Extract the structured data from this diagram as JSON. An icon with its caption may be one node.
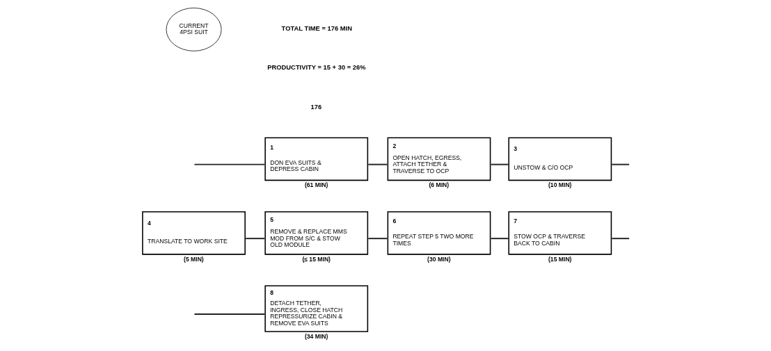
{
  "diagram": {
    "nodes": [
      {
        "text": [
          "1",
          "DON EVA SUITS & DEPRESS CABIN"
        ],
        "beside": [
          "(61 MIN)"
        ]
      },
      {
        "text": [
          "2",
          "OPEN HATCH, EGRESS, ATTACH TETHER & TRAVERSE TO OCP"
        ],
        "beside": [
          "(6 MIN)"
        ]
      },
      {
        "text": [
          "3",
          "UNSTOW & C/O OCP"
        ],
        "beside": [
          "(10 MIN)"
        ]
      },
      {
        "text": [
          "4",
          "TRANSLATE TO WORK SITE"
        ],
        "beside": [
          "(5 MIN)"
        ]
      },
      {
        "text": [
          "5",
          "REMOVE & REPLACE MMS MOD FROM S/C & STOW OLD MODULE"
        ],
        "beside": [
          "(≤ 15 MIN)"
        ]
      },
      {
        "text": [
          "6",
          "REPEAT STEP 5 TWO MORE TIMES"
        ],
        "beside": [
          "(30 MIN)"
        ]
      },
      {
        "text": [
          "7",
          "STOW OCP & TRAVERSE BACK TO CABIN"
        ],
        "beside": [
          "(15 MIN)"
        ]
      },
      {
        "text": [
          "8",
          "DETACH TETHER, INGRESS, CLOSE HATCH REPRESSURIZE CABIN & REMOVE EVA SUITS"
        ],
        "beside": [
          "(34 MIN)"
        ]
      },
      {
        "text": [
          "CURRENT 4PSI SUIT"
        ]
      }
    ],
    "edges": [
      {
        "from": null,
        "to": 0,
        "arrow": "none"
      },
      {
        "from": 0,
        "to": 1,
        "arrow": "none"
      },
      {
        "from": 1,
        "to": 2,
        "arrow": "none"
      },
      {
        "from": 2,
        "to": null,
        "arrow": "none"
      },
      {
        "from": 3,
        "to": 4,
        "arrow": "none"
      },
      {
        "from": 4,
        "to": 5,
        "arrow": "none"
      },
      {
        "from": 5,
        "to": 6,
        "arrow": "none"
      },
      {
        "from": 6,
        "to": null,
        "arrow": "none"
      },
      {
        "from": null,
        "to": 7,
        "arrow": "none"
      }
    ],
    "labels": [
      "TOTAL TIME = 176 MIN",
      "PRODUCTIVITY = 15 + 30 = 26%",
      "176"
    ]
  }
}
